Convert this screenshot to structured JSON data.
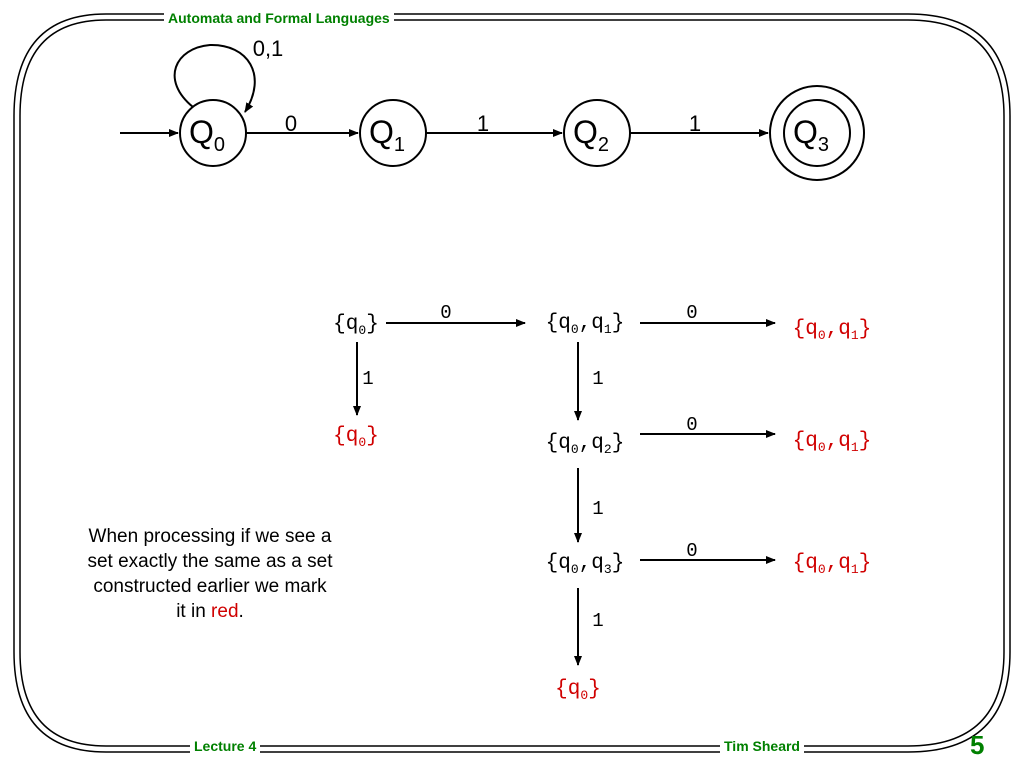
{
  "slide": {
    "header_title": "Automata and Formal Languages",
    "footer_left": "Lecture 4",
    "footer_right": "Tim Sheard",
    "page_number": "5",
    "accent_color": "#008000",
    "highlight_color": "#d00000"
  },
  "automaton": {
    "states": [
      {
        "id": "Q0",
        "label": "Q",
        "sub": "0",
        "start": true,
        "accepting": false
      },
      {
        "id": "Q1",
        "label": "Q",
        "sub": "1",
        "start": false,
        "accepting": false
      },
      {
        "id": "Q2",
        "label": "Q",
        "sub": "2",
        "start": false,
        "accepting": false
      },
      {
        "id": "Q3",
        "label": "Q",
        "sub": "3",
        "start": false,
        "accepting": true
      }
    ],
    "transitions": [
      {
        "from": "Q0",
        "to": "Q0",
        "label": "0,1"
      },
      {
        "from": "Q0",
        "to": "Q1",
        "label": "0"
      },
      {
        "from": "Q1",
        "to": "Q2",
        "label": "1"
      },
      {
        "from": "Q2",
        "to": "Q3",
        "label": "1"
      }
    ]
  },
  "construction": {
    "sets": {
      "a": {
        "states": [
          "0"
        ],
        "red": false
      },
      "b": {
        "states": [
          "0",
          "1"
        ],
        "red": false
      },
      "c": {
        "states": [
          "0",
          "1"
        ],
        "red": true
      },
      "d": {
        "states": [
          "0"
        ],
        "red": true
      },
      "e": {
        "states": [
          "0",
          "2"
        ],
        "red": false
      },
      "f": {
        "states": [
          "0",
          "1"
        ],
        "red": true
      },
      "g": {
        "states": [
          "0",
          "3"
        ],
        "red": false
      },
      "h": {
        "states": [
          "0",
          "1"
        ],
        "red": true
      },
      "i": {
        "states": [
          "0"
        ],
        "red": true
      }
    },
    "edges": [
      {
        "from": "a",
        "to": "b",
        "label": "0"
      },
      {
        "from": "b",
        "to": "c",
        "label": "0"
      },
      {
        "from": "a",
        "to": "d",
        "label": "1"
      },
      {
        "from": "b",
        "to": "e",
        "label": "1"
      },
      {
        "from": "e",
        "to": "f",
        "label": "0"
      },
      {
        "from": "e",
        "to": "g",
        "label": "1"
      },
      {
        "from": "g",
        "to": "h",
        "label": "0"
      },
      {
        "from": "g",
        "to": "i",
        "label": "1"
      }
    ],
    "set_symbol": "q"
  },
  "note": {
    "text_before": "When processing if we see a set exactly the same as a set constructed earlier we mark it in ",
    "highlight": "red",
    "text_after": "."
  }
}
